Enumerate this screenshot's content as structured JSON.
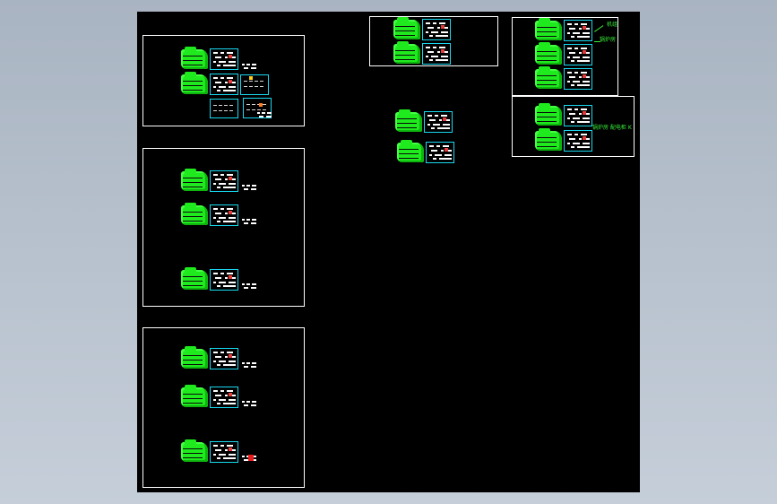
{
  "viewport": {
    "background": "#000000",
    "frame_color": "#ffffff",
    "equipment_color": "#1eea1e",
    "sheet_border_color": "#18d8f0",
    "annotation_color": "#37ee37"
  },
  "annotations": {
    "a1": "机组",
    "a2": "锅炉房",
    "a3": "锅炉房 配电柜 K"
  }
}
